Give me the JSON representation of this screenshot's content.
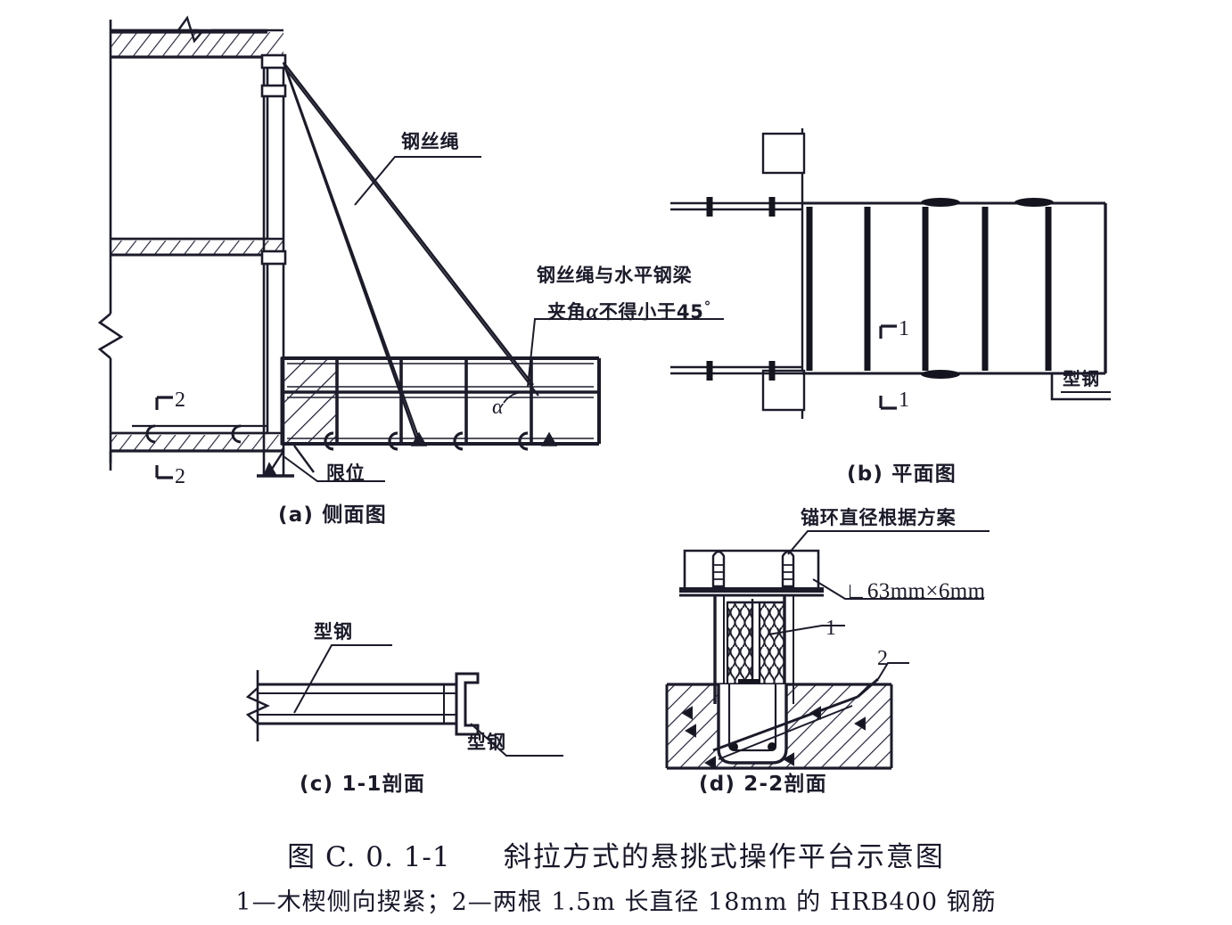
{
  "figure": {
    "number": "图 C. 0. 1-1",
    "title": "斜拉方式的悬挑式操作平台示意图",
    "legend": "1—木楔侧向揳紧；2—两根 1.5m 长直径 18mm 的 HRB400 钢筋"
  },
  "subfigures": {
    "a": {
      "caption": "(a) 侧面图"
    },
    "b": {
      "caption": "(b) 平面图"
    },
    "c": {
      "caption": "(c) 1-1剖面"
    },
    "d": {
      "caption": "(d) 2-2剖面"
    }
  },
  "labels": {
    "wire_rope": "钢丝绳",
    "angle_note_line1": "钢丝绳与水平钢梁",
    "angle_note_line2_pre": "夹角",
    "angle_note_symbol": "α",
    "angle_note_line2_post": "不得小于45",
    "angle_degree": "°",
    "limit_stop": "限位",
    "section_steel": "型钢",
    "anchor_ring": "锚环直径根据方案",
    "angle_steel_size": "63mm×6mm",
    "angle_steel_prefix": "∟"
  },
  "section_marks": {
    "a_top": "2",
    "a_bottom": "2",
    "b_top": "1",
    "b_bottom": "1"
  },
  "callout_numbers": {
    "wedge": "1",
    "rebar": "2"
  },
  "angle_symbol": "α",
  "colors": {
    "ink": "#1b1b2a",
    "paper": "#ffffff",
    "hatch": "#2b2b3c",
    "heavy": "#14141f"
  }
}
